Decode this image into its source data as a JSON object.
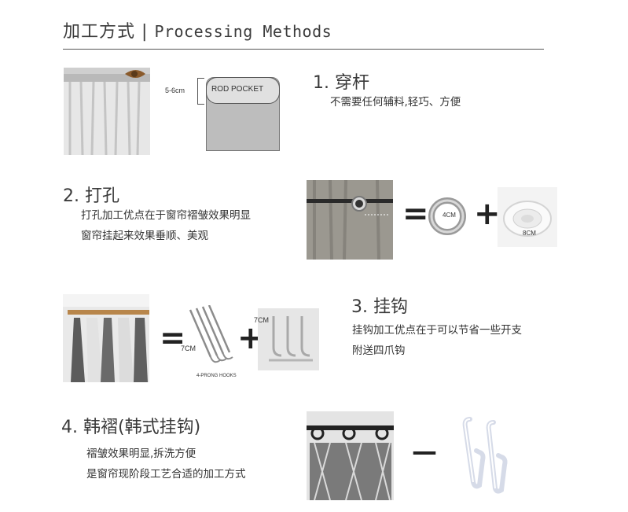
{
  "header": {
    "title_cn": "加工方式",
    "divider": "|",
    "title_en": "Processing Methods"
  },
  "sections": [
    {
      "title": "1. 穿杆",
      "lines": [
        "不需要任何辅料,轻巧、方便"
      ],
      "figure": {
        "height_label": "5-6cm",
        "pocket_label": "ROD POCKET"
      }
    },
    {
      "title": "2. 打孔",
      "lines": [
        "打孔加工优点在于窗帘褶皱效果明显",
        "窗帘挂起来效果垂顺、美观"
      ],
      "figure": {
        "ring_label": "4CM",
        "tape_label": "8CM",
        "equals": "=",
        "plus": "+"
      }
    },
    {
      "title": "3. 挂钩",
      "lines": [
        "挂钩加工优点在于可以节省一些开支",
        "附送四爪钩"
      ],
      "figure": {
        "hook_label": "7CM",
        "hook_caption": "4-PRONG HOOKS",
        "clip_label": "7CM",
        "equals": "=",
        "plus": "+"
      }
    },
    {
      "title": "4. 韩褶(韩式挂钩)",
      "lines": [
        "褶皱效果明显,拆洗方便",
        "是窗帘现阶段工艺合适的加工方式"
      ],
      "figure": {
        "dash": "—"
      }
    }
  ]
}
